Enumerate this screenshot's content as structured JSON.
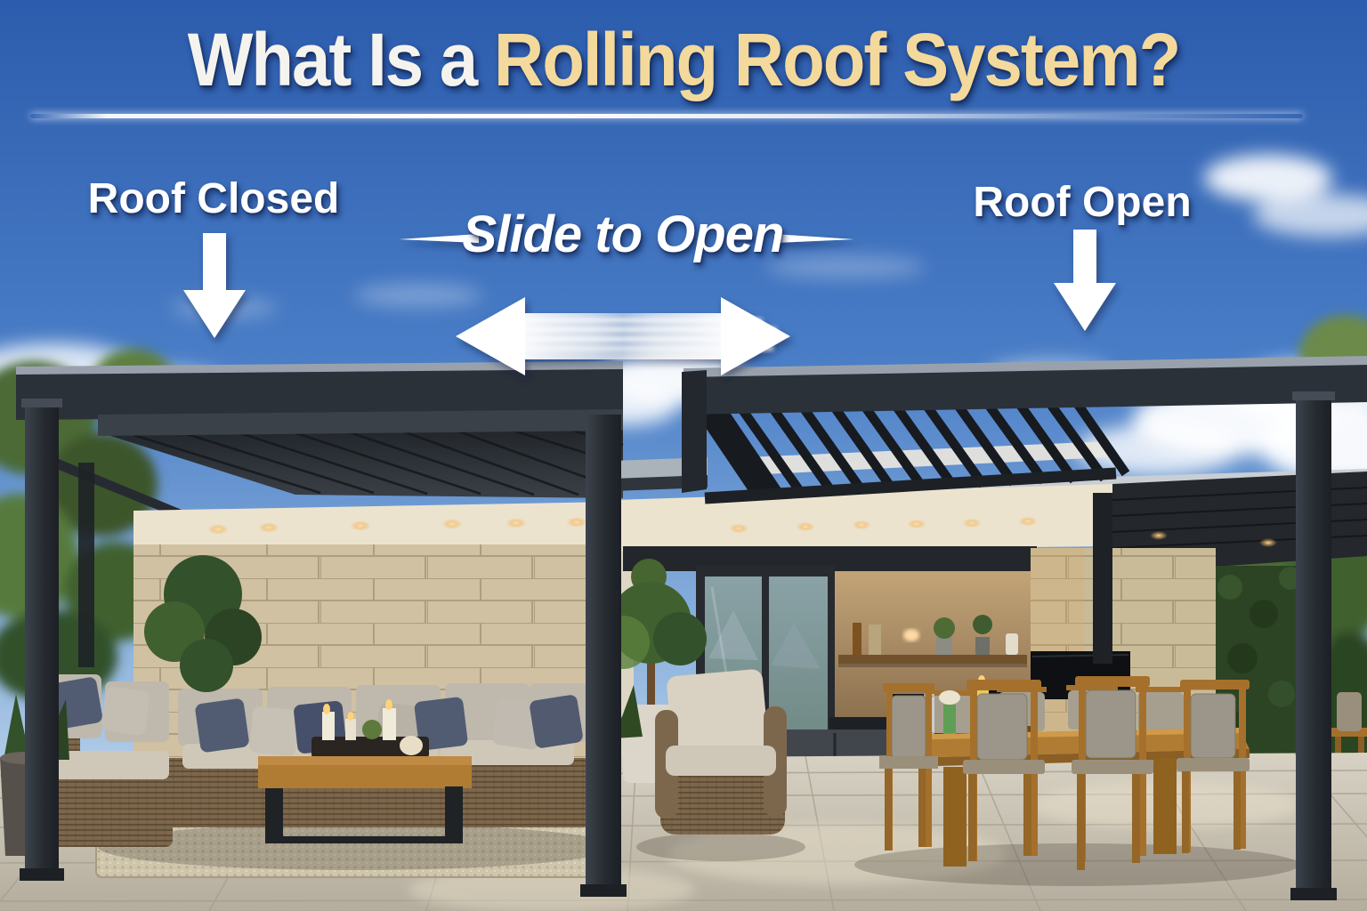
{
  "title": {
    "prefix": "What Is a ",
    "highlight": "Rolling Roof System?"
  },
  "annotations": {
    "roof_closed": "Roof Closed",
    "slide_to_open": "Slide to Open",
    "roof_open": "Roof Open"
  },
  "icons": {
    "left_down_arrow": "down-arrow",
    "right_down_arrow": "down-arrow",
    "slide_double_arrow": "left-right-double-arrow",
    "center_dashes": "em-dash-rule"
  },
  "palette": {
    "skyTop": "#2c5cad",
    "skyMid": "#4a7ec7",
    "skyHorizon": "#bdd4ea",
    "cloud": "#ffffff",
    "titleGold": "#f3d99c",
    "titleWhite": "#f5f3ee",
    "labelWhite": "#ffffff",
    "shadowNavy": "#0d1c46",
    "frameDark": "#2b3138",
    "frameLight": "#99a2ac",
    "soffit": "#ece3cf",
    "stone": "#cfc1a2",
    "wallWarm": "#ac8f66",
    "glassTop": "#8aa2a6",
    "glassBottom": "#5f7a70",
    "wood": "#b07c33",
    "woodDark": "#8a5e24",
    "wicker": "#7d674c",
    "cushion": "#cfc8b8",
    "pillowBlue": "#515c72",
    "rug": "#cfc5ad",
    "floorLight": "#d8d2c4",
    "floorMid": "#b4ad9e",
    "leaf": "#41602f",
    "leafLight": "#59803c",
    "hedge": "#2c4423",
    "lightGlow": "#ffd9a0"
  }
}
